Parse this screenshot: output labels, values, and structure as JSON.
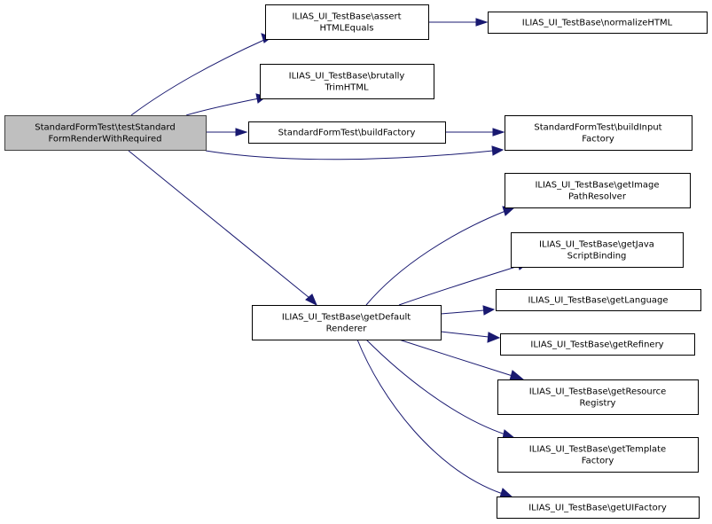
{
  "diagram": {
    "type": "call-graph",
    "nodes": [
      {
        "id": "root",
        "lines": [
          "StandardFormTest\\testStandard",
          "FormRenderWithRequired"
        ],
        "highlighted": true
      },
      {
        "id": "assertHTMLEquals",
        "lines": [
          "ILIAS_UI_TestBase\\assert",
          "HTMLEquals"
        ]
      },
      {
        "id": "normalizeHTML",
        "lines": [
          "ILIAS_UI_TestBase\\normalizeHTML"
        ]
      },
      {
        "id": "brutallyTrimHTML",
        "lines": [
          "ILIAS_UI_TestBase\\brutally",
          "TrimHTML"
        ]
      },
      {
        "id": "buildFactory",
        "lines": [
          "StandardFormTest\\buildFactory"
        ]
      },
      {
        "id": "buildInputFactory",
        "lines": [
          "StandardFormTest\\buildInput",
          "Factory"
        ]
      },
      {
        "id": "getImagePathResolver",
        "lines": [
          "ILIAS_UI_TestBase\\getImage",
          "PathResolver"
        ]
      },
      {
        "id": "getJavaScriptBinding",
        "lines": [
          "ILIAS_UI_TestBase\\getJava",
          "ScriptBinding"
        ]
      },
      {
        "id": "getDefaultRenderer",
        "lines": [
          "ILIAS_UI_TestBase\\getDefault",
          "Renderer"
        ]
      },
      {
        "id": "getLanguage",
        "lines": [
          "ILIAS_UI_TestBase\\getLanguage"
        ]
      },
      {
        "id": "getRefinery",
        "lines": [
          "ILIAS_UI_TestBase\\getRefinery"
        ]
      },
      {
        "id": "getResourceRegistry",
        "lines": [
          "ILIAS_UI_TestBase\\getResource",
          "Registry"
        ]
      },
      {
        "id": "getTemplateFactory",
        "lines": [
          "ILIAS_UI_TestBase\\getTemplate",
          "Factory"
        ]
      },
      {
        "id": "getUIFactory",
        "lines": [
          "ILIAS_UI_TestBase\\getUIFactory"
        ]
      }
    ],
    "edges": [
      {
        "from": "root",
        "to": "assertHTMLEquals"
      },
      {
        "from": "root",
        "to": "brutallyTrimHTML"
      },
      {
        "from": "root",
        "to": "buildFactory"
      },
      {
        "from": "root",
        "to": "buildInputFactory"
      },
      {
        "from": "root",
        "to": "getDefaultRenderer"
      },
      {
        "from": "assertHTMLEquals",
        "to": "normalizeHTML"
      },
      {
        "from": "buildFactory",
        "to": "buildInputFactory"
      },
      {
        "from": "getDefaultRenderer",
        "to": "getImagePathResolver"
      },
      {
        "from": "getDefaultRenderer",
        "to": "getJavaScriptBinding"
      },
      {
        "from": "getDefaultRenderer",
        "to": "getLanguage"
      },
      {
        "from": "getDefaultRenderer",
        "to": "getRefinery"
      },
      {
        "from": "getDefaultRenderer",
        "to": "getResourceRegistry"
      },
      {
        "from": "getDefaultRenderer",
        "to": "getTemplateFactory"
      },
      {
        "from": "getDefaultRenderer",
        "to": "getUIFactory"
      }
    ],
    "colors": {
      "edge": "#191970",
      "root_fill": "#bfbfbf",
      "node_fill": "#ffffff",
      "node_border": "#000000"
    }
  }
}
